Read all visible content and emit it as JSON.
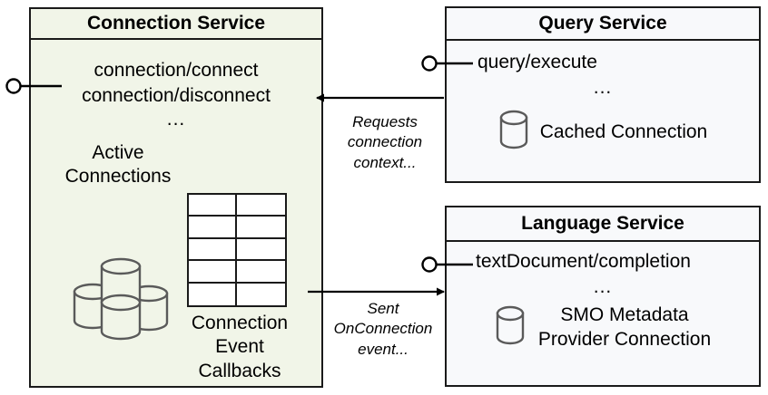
{
  "diagram": {
    "type": "component-diagram",
    "colors": {
      "connection_service_fill": "#f1f5e8",
      "service_fill": "#f8f9fb",
      "stroke": "#1a1a1a",
      "icon_stroke": "#5a5a5a",
      "grid_fill": "#ffffff",
      "text": "#000000"
    }
  },
  "connection_service": {
    "title": "Connection Service",
    "interface_name": "provided-interface",
    "methods": [
      "connection/connect",
      "connection/disconnect"
    ],
    "ellipsis": "...",
    "active_connections_label": "Active\nConnections",
    "active_connections_line1": "Active",
    "active_connections_line2": "Connections",
    "connections_icon": "database-cluster-icon",
    "grid_icon": "table-grid-icon",
    "grid_columns": 2,
    "grid_rows": 5,
    "callbacks_label_line1": "Connection",
    "callbacks_label_line2": "Event",
    "callbacks_label_line3": "Callbacks"
  },
  "query_service": {
    "title": "Query Service",
    "methods": [
      "query/execute"
    ],
    "ellipsis": "...",
    "resource_icon": "database-cylinder-icon",
    "resource_label": "Cached Connection"
  },
  "language_service": {
    "title": "Language Service",
    "methods": [
      "textDocument/completion"
    ],
    "ellipsis": "...",
    "resource_icon": "database-cylinder-icon",
    "resource_label_line1": "SMO Metadata",
    "resource_label_line2": "Provider Connection"
  },
  "connectors": [
    {
      "id": "requests-connection-context",
      "label_line1": "Requests",
      "label_line2": "connection",
      "label_line3": "context...",
      "from": "query_service",
      "to": "connection_service",
      "direction": "left"
    },
    {
      "id": "sent-onconnection-event",
      "label_line1": "Sent",
      "label_line2": "OnConnection",
      "label_line3": "event...",
      "from": "connection_service",
      "to": "language_service",
      "direction": "right"
    }
  ]
}
